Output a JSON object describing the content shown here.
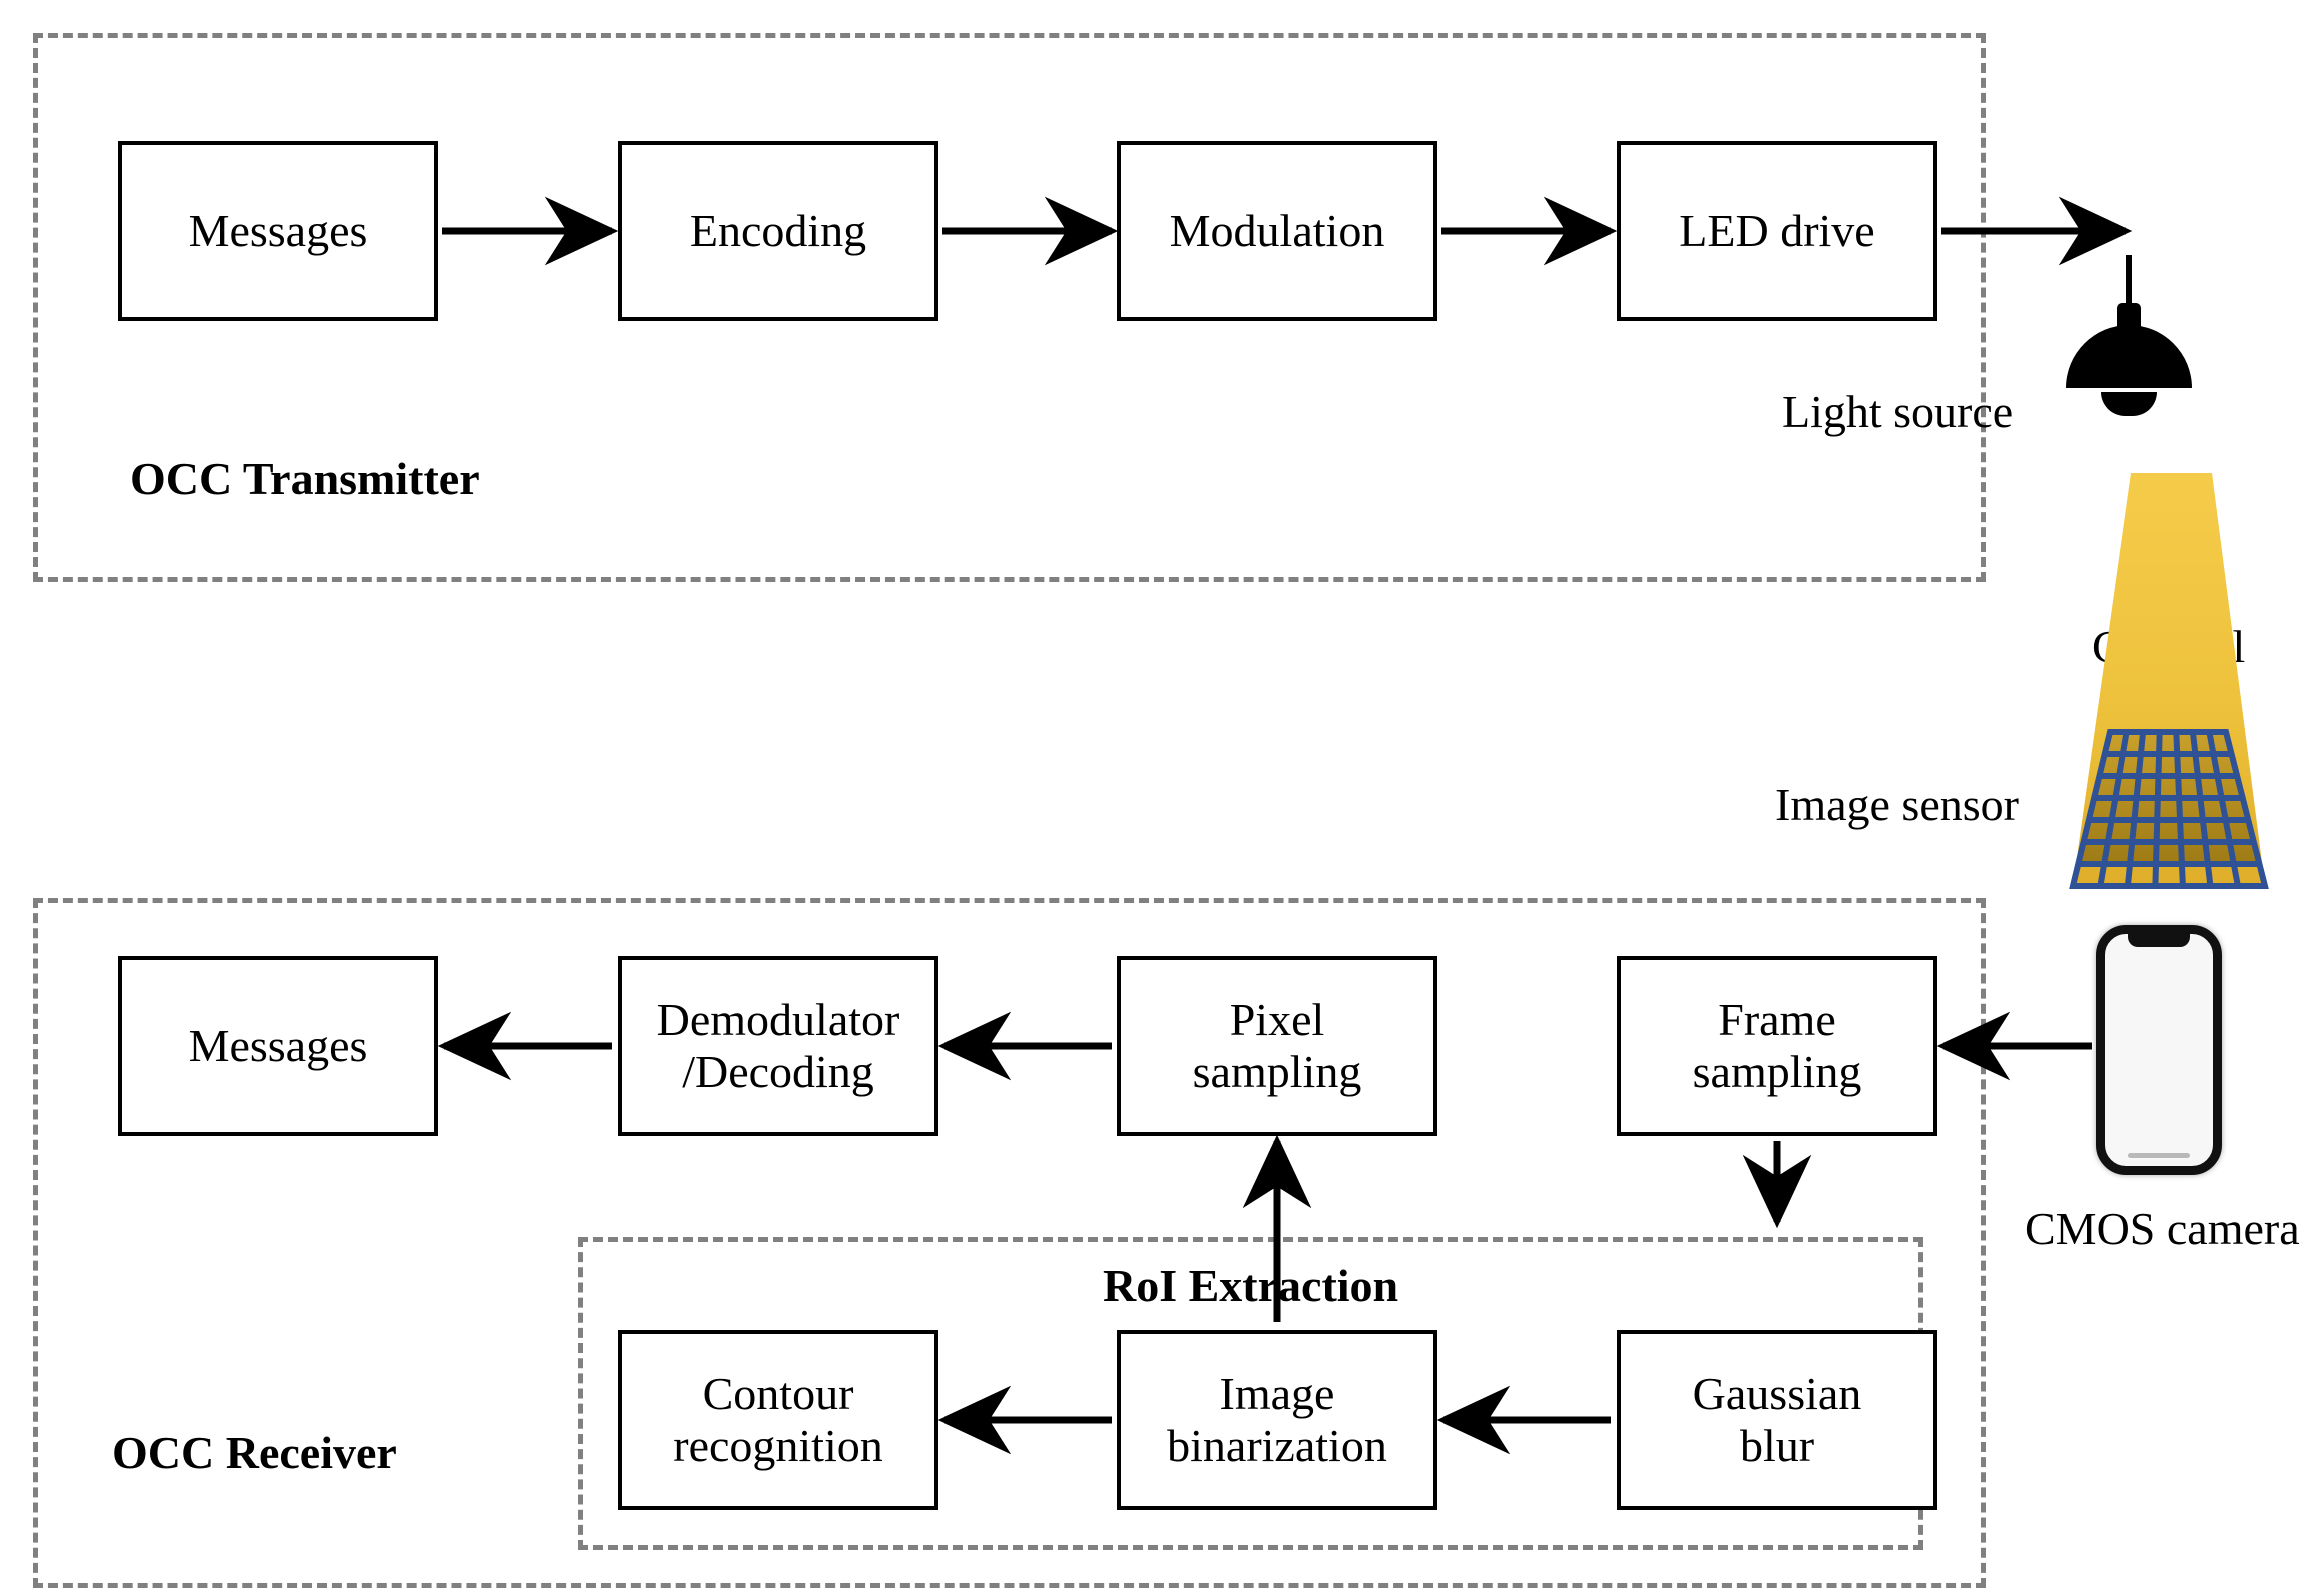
{
  "diagram": {
    "title_transmitter": "OCC Transmitter",
    "title_receiver": "OCC Receiver",
    "title_roi": "RoI Extraction"
  },
  "transmitter": {
    "caption": "OCC Transmitter",
    "blocks": [
      {
        "label": "Messages"
      },
      {
        "label": "Encoding"
      },
      {
        "label": "Modulation"
      },
      {
        "label": "LED drive"
      }
    ]
  },
  "receiver": {
    "caption": "OCC Receiver",
    "blocks": [
      {
        "label": "Messages"
      },
      {
        "line1": "Demodulator",
        "line2": "/Decoding"
      },
      {
        "line1": "Pixel",
        "line2": "sampling"
      },
      {
        "line1": "Frame",
        "line2": "sampling"
      }
    ]
  },
  "roi": {
    "caption": "RoI Extraction",
    "blocks": [
      {
        "line1": "Contour",
        "line2": "recognition"
      },
      {
        "line1": "Image",
        "line2": "binarization"
      },
      {
        "line1": "Gaussian",
        "line2": "blur"
      }
    ]
  },
  "annotations": {
    "light_source": "Light  source",
    "channel": "Channel",
    "image_sensor": "Image sensor",
    "cmos_camera": "CMOS camera"
  },
  "icons": {
    "lamp": "ceiling-lamp-icon",
    "phone": "smartphone-icon",
    "beam": "light-beam-icon",
    "sensor_grid": "image-sensor-grid-icon"
  },
  "colors": {
    "beam_top": "#F2C53D",
    "beam_bottom": "#E0B431",
    "sensor_fill": "#B08A1E",
    "sensor_stroke": "#2E5295",
    "frame_dash": "#808080",
    "box_border": "#000000",
    "arrow": "#000000"
  },
  "sensor_grid": {
    "columns": 7,
    "rows": 7,
    "filled_rows": 6
  }
}
